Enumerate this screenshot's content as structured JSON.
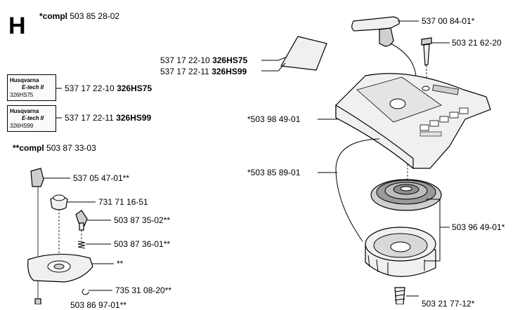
{
  "section_letter": "H",
  "compl_main": {
    "prefix": "*compl",
    "number": "503 85 28-02"
  },
  "compl_sub": {
    "prefix": "**compl",
    "number": "503 87 33-03"
  },
  "label_callouts": [
    {
      "number": "537 17 22-10",
      "model": "326HS75"
    },
    {
      "number": "537 17 22-11",
      "model": "326HS99"
    }
  ],
  "decal_callouts": [
    {
      "number": "537 17 22-10",
      "model": "326HS75"
    },
    {
      "number": "537 17 22-11",
      "model": "326HS99"
    }
  ],
  "decals": [
    {
      "brand": "Husqvarna",
      "line2": "E-tech II",
      "line3": "326HS75"
    },
    {
      "brand": "Husqvarna",
      "line2": "E-tech II",
      "line3": "326HS99"
    }
  ],
  "right_parts": {
    "handle": "537 00 84-01*",
    "screw": "503 21 62-20",
    "cover": "*503 98 49-01",
    "rope": "*503 85 89-01",
    "spring_pulley": "503 96 49-01*",
    "bottom_cut": "503 21 77-12*"
  },
  "left_parts": {
    "pawl_cover": "537 05 47-01**",
    "nut": "731 71 16-51",
    "pawl": "503 87 35-02**",
    "spring": "503 87 36-01**",
    "housing": "**",
    "circlip": "735 31 08-20**",
    "bottom_cut": "503 86 97-01**"
  }
}
